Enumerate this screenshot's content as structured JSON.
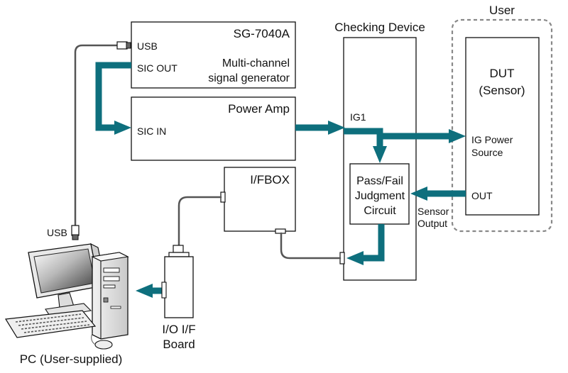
{
  "colors": {
    "flow": "#0e6f7d",
    "cable": "#555555",
    "outline": "#111111",
    "user_border": "#888888"
  },
  "labels": {
    "user": "User",
    "checking_device": "Checking Device",
    "sg_title": "SG-7040A",
    "sg_usb": "USB",
    "sg_sic_out": "SIC OUT",
    "sg_desc_line1": "Multi-channel",
    "sg_desc_line2": "signal generator",
    "amp_title": "Power Amp",
    "amp_sic_in": "SIC IN",
    "ifbox_title": "I/FBOX",
    "ig1": "IG1",
    "passfail_line1": "Pass/Fail",
    "passfail_line2": "Judgment",
    "passfail_line3": "Circuit",
    "dut_line1": "DUT",
    "dut_line2": "(Sensor)",
    "ig_power_line1": "IG Power",
    "ig_power_line2": "Source",
    "out": "OUT",
    "sensor_output_line1": "Sensor",
    "sensor_output_line2": "Output",
    "pc_usb": "USB",
    "io_board_line1": "I/O I/F",
    "io_board_line2": "Board",
    "pc_caption": "PC (User-supplied)"
  },
  "icons": {
    "pc": "desktop-pc-icon",
    "io_board": "io-interface-board-icon"
  }
}
